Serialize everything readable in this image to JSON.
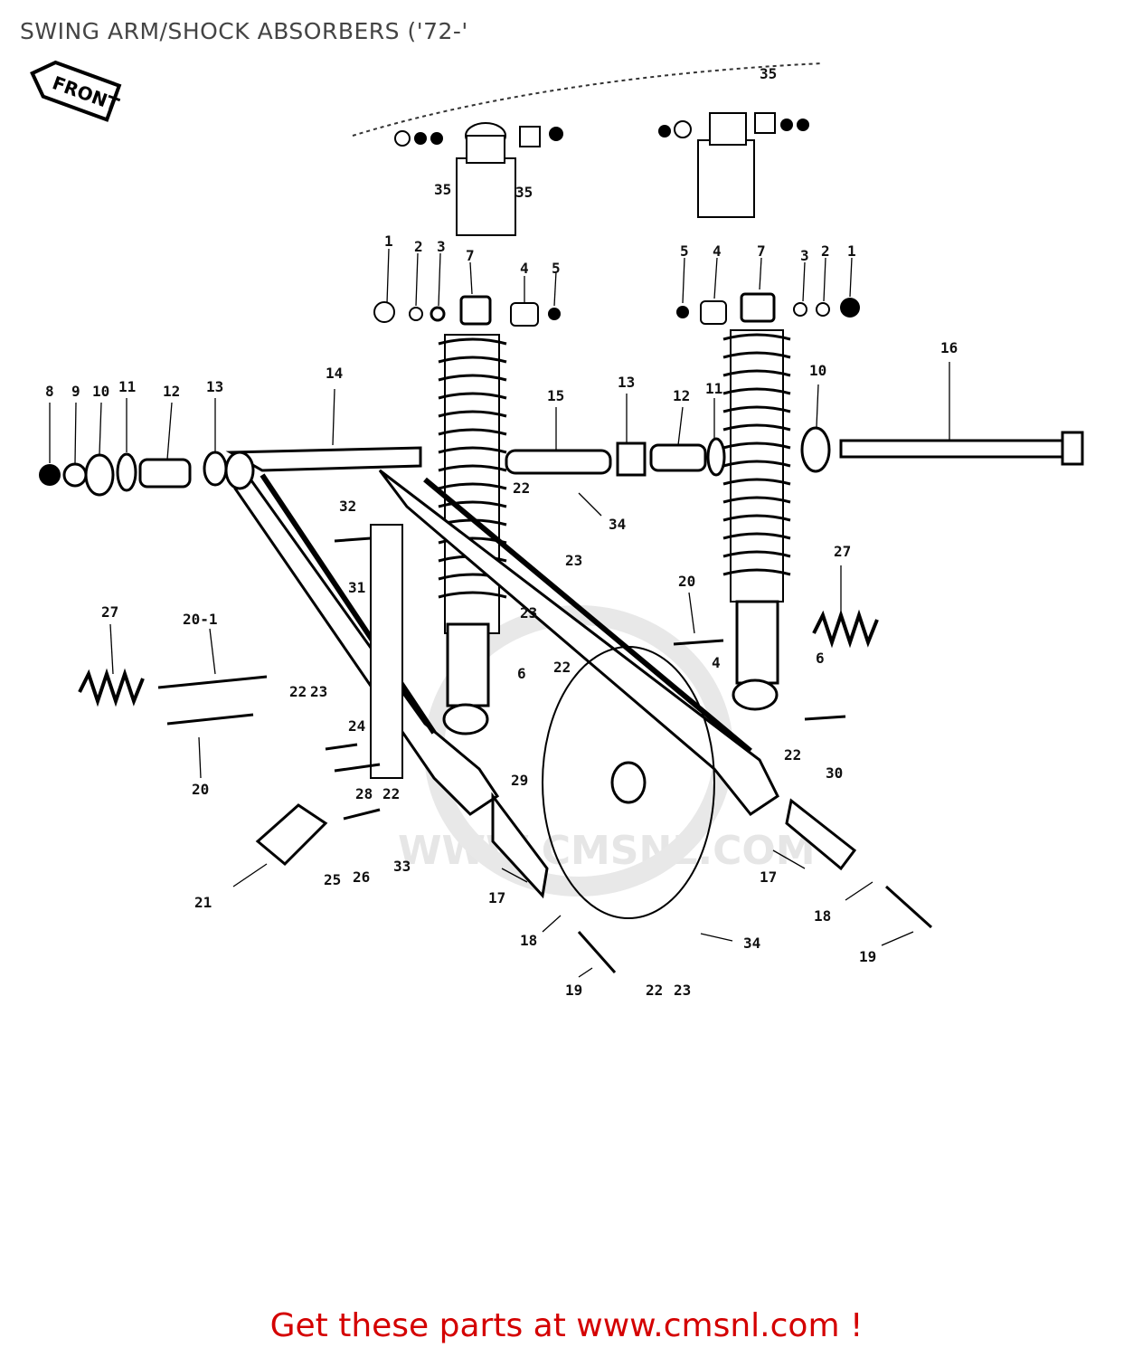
{
  "title": "SWING ARM/SHOCK ABSORBERS ('72-'",
  "front_label": "FRONT",
  "watermark": "WWW.CMSNL.COM",
  "footer": "Get these parts at www.cmsnl.com !",
  "callouts": {
    "c_35a": "35",
    "c_35b": "35",
    "c_35c": "35",
    "c_1l": "1",
    "c_2l": "2",
    "c_3l": "3",
    "c_7l": "7",
    "c_4l": "4",
    "c_5l": "5",
    "c_5r": "5",
    "c_4r": "4",
    "c_7r": "7",
    "c_3r": "3",
    "c_2r": "2",
    "c_1r": "1",
    "c_8": "8",
    "c_9": "9",
    "c_10a": "10",
    "c_11a": "11",
    "c_12a": "12",
    "c_13a": "13",
    "c_14": "14",
    "c_15": "15",
    "c_13b": "13",
    "c_12b": "12",
    "c_11b": "11",
    "c_10b": "10",
    "c_16": "16",
    "c_32": "32",
    "c_22a": "22",
    "c_23a": "23",
    "c_34a": "34",
    "c_31": "31",
    "c_27a": "27",
    "c_20_1": "20-1",
    "c_22b": "22",
    "c_23b": "23",
    "c_24": "24",
    "c_20a": "20",
    "c_28": "28",
    "c_22c": "22",
    "c_29": "29",
    "c_21": "21",
    "c_25": "25",
    "c_26": "26",
    "c_33": "33",
    "c_23c": "23",
    "c_22d": "22",
    "c_6a": "6",
    "c_20b": "20",
    "c_27b": "27",
    "c_4c": "4",
    "c_6b": "6",
    "c_22e": "22",
    "c_30": "30",
    "c_17a": "17",
    "c_17b": "17",
    "c_18a": "18",
    "c_19a": "19",
    "c_22f": "22",
    "c_23d": "23",
    "c_34b": "34",
    "c_18b": "18",
    "c_19b": "19"
  }
}
